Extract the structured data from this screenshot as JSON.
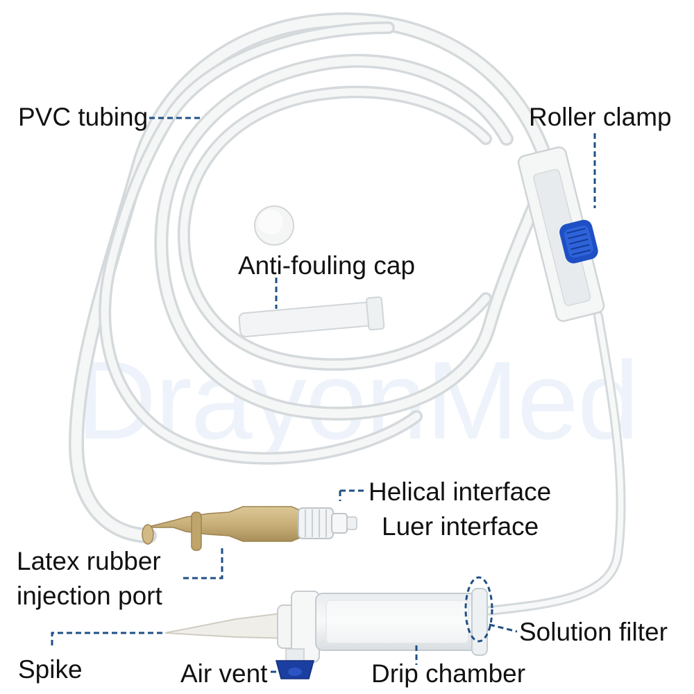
{
  "watermark": "DrayonMed",
  "labels": {
    "pvc_tubing": "PVC tubing",
    "roller_clamp": "Roller clamp",
    "anti_fouling_cap": "Anti-fouling cap",
    "helical_interface": "Helical interface",
    "luer_interface": "Luer interface",
    "latex_port_line1": "Latex rubber",
    "latex_port_line2": "injection port",
    "solution_filter": "Solution filter",
    "spike": "Spike",
    "air_vent": "Air vent",
    "drip_chamber": "Drip chamber"
  },
  "colors": {
    "leader_line": "#1d4f86",
    "tubing_edge": "#d4d9dc",
    "tubing_fill": "#f5f6f6",
    "latex": "#c9b07a",
    "clamp_wheel": "#1f4fc4",
    "air_vent_cap": "#1b3fa0"
  }
}
